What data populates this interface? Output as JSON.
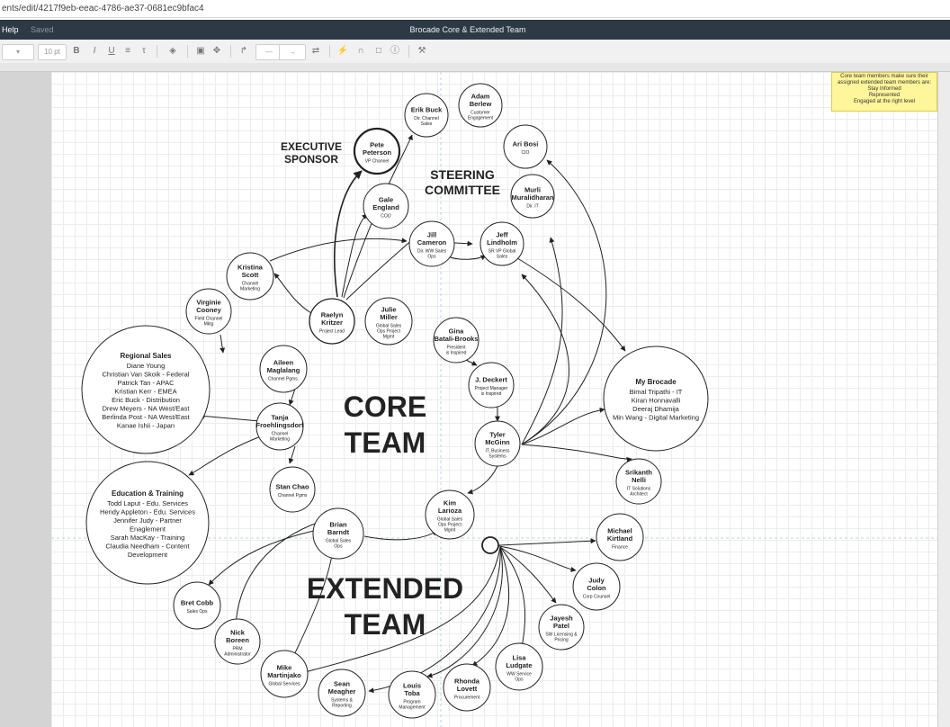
{
  "browser": {
    "url": "ents/edit/4217f9eb-eeac-4786-ae37-0681ec9bfac4"
  },
  "app": {
    "menu_help": "Help",
    "save_status": "Saved",
    "doc_title": "Brocade Core & Extended Team"
  },
  "toolbar": {
    "font_size": "10 pt",
    "bold": "B",
    "italic": "I",
    "underline": "U"
  },
  "sticky_note": {
    "text": "Core team members make sure their assigned extended team members are:",
    "items": [
      "Stay Informed",
      "Represented",
      "Engaged at the right level"
    ]
  },
  "labels": {
    "executive_sponsor": [
      "EXECUTIVE",
      "SPONSOR"
    ],
    "steering_committee": [
      "STEERING",
      "COMMITTEE"
    ],
    "core_team": [
      "CORE",
      "TEAM"
    ],
    "extended_team": [
      "EXTENDED",
      "TEAM"
    ]
  },
  "colors": {
    "section_label": "#2f5b8a",
    "toolbar_bg": "#2d3a45",
    "node_stroke": "#222222"
  },
  "nodes": [
    {
      "name": "Pete Peterson",
      "lines": [
        "Pete",
        "Peterson"
      ],
      "role": [
        "VP Channel"
      ]
    },
    {
      "name": "Erik Buck",
      "lines": [
        "Erik Buck"
      ],
      "role": [
        "Dir. Channel",
        "Sales"
      ]
    },
    {
      "name": "Adam Berlew",
      "lines": [
        "Adam",
        "Berlew"
      ],
      "role": [
        "Customer",
        "Engagement"
      ]
    },
    {
      "name": "Ari Bosi",
      "lines": [
        "Ari Bosi"
      ],
      "role": [
        "CIO"
      ]
    },
    {
      "name": "Murli Muralidharan",
      "lines": [
        "Murli",
        "Muralidharan"
      ],
      "role": [
        "Dir. IT"
      ]
    },
    {
      "name": "Gale England",
      "lines": [
        "Gale",
        "England"
      ],
      "role": [
        "COO"
      ]
    },
    {
      "name": "Jill Cameron",
      "lines": [
        "Jill",
        "Cameron"
      ],
      "role": [
        "Dir. WW Sales",
        "Ops"
      ]
    },
    {
      "name": "Jeff Lindholm",
      "lines": [
        "Jeff",
        "Lindholm"
      ],
      "role": [
        "SR VP Global",
        "Sales"
      ]
    },
    {
      "name": "Kristina Scott",
      "lines": [
        "Kristina",
        "Scott"
      ],
      "role": [
        "Channel",
        "Marketing"
      ]
    },
    {
      "name": "Virginie Cooney",
      "lines": [
        "Virginie",
        "Cooney"
      ],
      "role": [
        "Field Channel",
        "Mktg"
      ]
    },
    {
      "name": "Raelyn Kritzer",
      "lines": [
        "Raelyn",
        "Kritzer"
      ],
      "role": [
        "Project Lead"
      ]
    },
    {
      "name": "Julie Miller",
      "lines": [
        "Julie",
        "Miller"
      ],
      "role": [
        "Global Sales",
        "Ops Project",
        "Mgmt"
      ]
    },
    {
      "name": "Gina Batali-Brooks",
      "lines": [
        "Gina",
        "Batali-Brooks"
      ],
      "role": [
        "President",
        "is Inspired"
      ]
    },
    {
      "name": "Aileen Maglalang",
      "lines": [
        "Aileen",
        "Maglalang"
      ],
      "role": [
        "Channel Pgms."
      ]
    },
    {
      "name": "J. Deckert",
      "lines": [
        "J. Deckert"
      ],
      "role": [
        "Project Manager",
        "is Inspired"
      ]
    },
    {
      "name": "Tanja Froehlingsdorf",
      "lines": [
        "Tanja",
        "Froehlingsdorf"
      ],
      "role": [
        "Channel",
        "Marketing"
      ]
    },
    {
      "name": "Tyler McGinn",
      "lines": [
        "Tyler",
        "McGinn"
      ],
      "role": [
        "IT, Business",
        "Systems"
      ]
    },
    {
      "name": "Stan Chao",
      "lines": [
        "Stan Chao"
      ],
      "role": [
        "Channel Pgms"
      ]
    },
    {
      "name": "Kim Larioza",
      "lines": [
        "Kim",
        "Larioza"
      ],
      "role": [
        "Global Sales",
        "Ops Project",
        "Mgmt"
      ]
    },
    {
      "name": "Brian Barndt",
      "lines": [
        "Brian",
        "Barndt"
      ],
      "role": [
        "Global Sales",
        "Ops"
      ]
    },
    {
      "name": "Srikanth Nelli",
      "lines": [
        "Srikanth",
        "Nelli"
      ],
      "role": [
        "IT Solutions",
        "Architect"
      ]
    },
    {
      "name": "Michael Kirtland",
      "lines": [
        "Michael",
        "Kirtland"
      ],
      "role": [
        "Finance"
      ]
    },
    {
      "name": "Judy Colon",
      "lines": [
        "Judy",
        "Colon"
      ],
      "role": [
        "Corp Counsel"
      ]
    },
    {
      "name": "Jayesh Patel",
      "lines": [
        "Jayesh",
        "Patel"
      ],
      "role": [
        "SW Licensing &",
        "Pricing"
      ]
    },
    {
      "name": "Lisa Ludgate",
      "lines": [
        "Lisa",
        "Ludgate"
      ],
      "role": [
        "WW Service",
        "Ops"
      ]
    },
    {
      "name": "Rhonda Lovett",
      "lines": [
        "Rhonda",
        "Lovett"
      ],
      "role": [
        "Procurement"
      ]
    },
    {
      "name": "Louis Toba",
      "lines": [
        "Louis",
        "Toba"
      ],
      "role": [
        "Program",
        "Management"
      ]
    },
    {
      "name": "Sean Meagher",
      "lines": [
        "Sean",
        "Meagher"
      ],
      "role": [
        "Systems &",
        "Reporting"
      ]
    },
    {
      "name": "Mike Martinjako",
      "lines": [
        "Mike",
        "Martinjako"
      ],
      "role": [
        "Global Services"
      ]
    },
    {
      "name": "Nick Boreen",
      "lines": [
        "Nick",
        "Boreen"
      ],
      "role": [
        "PRM",
        "Administrator"
      ]
    },
    {
      "name": "Bret Cobb",
      "lines": [
        "Bret Cobb"
      ],
      "role": [
        "Sales Ops"
      ]
    },
    {
      "name": "Regional Sales",
      "lines": [
        "Regional Sales"
      ],
      "role": [
        "Diane Young",
        "Christian Van Skoik - Federal",
        "Patrick Tan - APAC",
        "Kristian Kerr - EMEA",
        "Eric Buck - Distribution",
        "Drew Meyers - NA West/East",
        "Berlinda Post - NA West/East",
        "Kanae Ishii - Japan"
      ]
    },
    {
      "name": "Education & Training",
      "lines": [
        "Education & Training"
      ],
      "role": [
        "Todd Laput - Edu. Services",
        "Hendy Appleton - Edu. Services",
        "Jennifer Judy - Partner",
        "Enaglement",
        "Sarah MacKay - Training",
        "Claudia Needham - Content",
        "Development"
      ]
    },
    {
      "name": "My Brocade",
      "lines": [
        "My Brocade"
      ],
      "role": [
        "Bimal Tripathi - IT",
        "Kiran Honnavalli",
        "Deeraj Dhamija",
        "Min Wang - Digital Marketing"
      ]
    }
  ]
}
